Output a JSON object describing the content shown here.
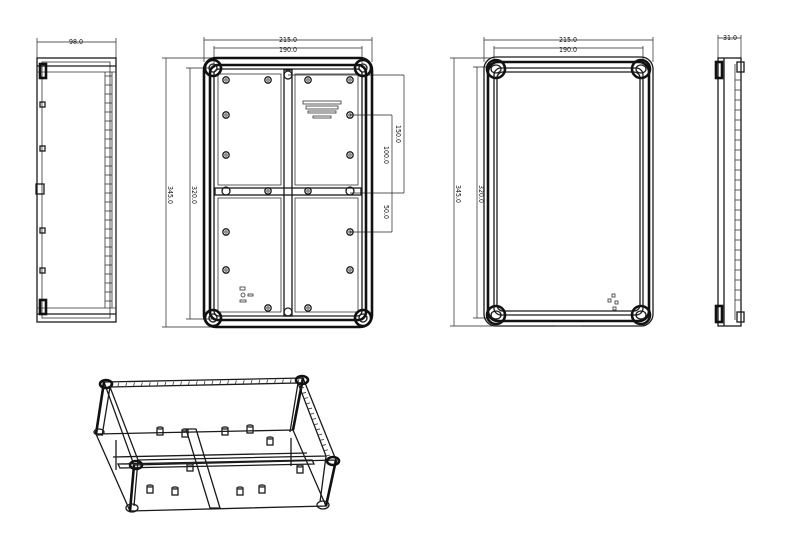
{
  "dimensions": {
    "side_depth": "98.0",
    "front_width_outer": "215.0",
    "front_width_inner": "190.0",
    "front_height_outer": "345.0",
    "front_height_inner": "320.0",
    "rail_150": "150.0",
    "rail_100": "100.0",
    "rail_50": "50.0",
    "lid_width_outer": "215.0",
    "lid_width_inner": "190.0",
    "lid_height_outer": "345.0",
    "lid_height_inner": "320.0",
    "lid_side_depth": "31.0"
  },
  "colors": {
    "line": "#1a1a1a",
    "background": "#ffffff"
  }
}
